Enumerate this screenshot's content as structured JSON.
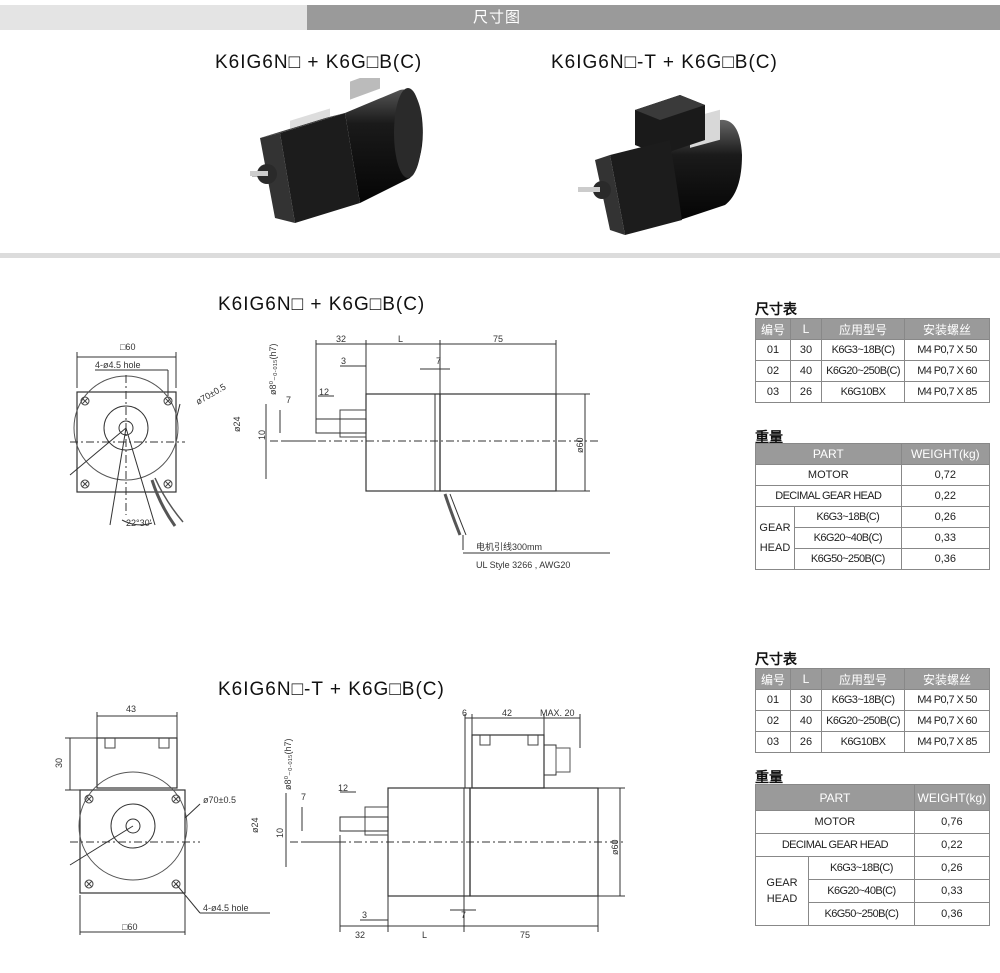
{
  "header": {
    "title": "尺寸图"
  },
  "top": {
    "model_left": "K6IG6N□  +  K6G□B(C)",
    "model_right": "K6IG6N□-T  +  K6G□B(C)"
  },
  "drawing1": {
    "title": "K6IG6N□  +  K6G□B(C)",
    "square": "□60",
    "holes": "4-ø4.5 hole",
    "circle": "ø70±0.5",
    "angle": "22°30'",
    "shaft_dia": "ø8⁰₋₀.₀₁₅(h7)",
    "dim_32": "32",
    "dim_L": "L",
    "dim_75": "75",
    "dim_3": "3",
    "dim_7a": "7",
    "dim_7b": "7",
    "dim_12": "12",
    "dim_24": "ø24",
    "dim_10": "10",
    "dim_60": "ø60",
    "lead": "电机引线300mm",
    "ul": "UL Style 3266 , AWG20"
  },
  "drawing2": {
    "title": "K6IG6N□-T + K6G□B(C)",
    "dim_43": "43",
    "dim_30": "30",
    "circle": "ø70±0.5",
    "holes": "4-ø4.5 hole",
    "square": "□60",
    "shaft_dia": "ø8⁰₋₀.₀₁₅(h7)",
    "dim_6": "6",
    "dim_42": "42",
    "max": "MAX. 20",
    "dim_12": "12",
    "dim_7a": "7",
    "dim_7b": "7",
    "dim_24": "ø24",
    "dim_10": "10",
    "dim_60": "ø60",
    "dim_3": "3",
    "dim_32": "32",
    "dim_L": "L",
    "dim_75": "75"
  },
  "size_table": {
    "title": "尺寸表",
    "headers": [
      "编号",
      "L",
      "应用型号",
      "安装螺丝"
    ],
    "rows": [
      [
        "01",
        "30",
        "K6G3~18B(C)",
        "M4 P0,7 X 50"
      ],
      [
        "02",
        "40",
        "K6G20~250B(C)",
        "M4 P0,7 X 60"
      ],
      [
        "03",
        "26",
        "K6G10BX",
        "M4 P0,7 X 85"
      ]
    ]
  },
  "size_table_2": {
    "title": "尺寸表",
    "headers": [
      "编号",
      "L",
      "应用型号",
      "安装螺丝"
    ],
    "rows": [
      [
        "01",
        "30",
        "K6G3~18B(C)",
        "M4 P0,7 X 50"
      ],
      [
        "02",
        "40",
        "K6G20~250B(C)",
        "M4 P0,7 X 60"
      ],
      [
        "03",
        "26",
        "K6G10BX",
        "M4 P0,7 X 85"
      ]
    ]
  },
  "weight_table": {
    "title": "重量",
    "headers": [
      "PART",
      "WEIGHT(kg)"
    ],
    "motor": [
      "MOTOR",
      "0,72"
    ],
    "decimal": [
      "DECIMAL  GEAR  HEAD",
      "0,22"
    ],
    "gear_label_1": "GEAR",
    "gear_label_2": "HEAD",
    "gear_rows": [
      [
        "K6G3~18B(C)",
        "0,26"
      ],
      [
        "K6G20~40B(C)",
        "0,33"
      ],
      [
        "K6G50~250B(C)",
        "0,36"
      ]
    ]
  },
  "weight_table_2": {
    "title": "重量",
    "headers": [
      "PART",
      "WEIGHT(kg)"
    ],
    "motor": [
      "MOTOR",
      "0,76"
    ],
    "decimal": [
      "DECIMAL  GEAR  HEAD",
      "0,22"
    ],
    "gear_label_1": "GEAR",
    "gear_label_2": "HEAD",
    "gear_rows": [
      [
        "K6G3~18B(C)",
        "0,26"
      ],
      [
        "K6G20~40B(C)",
        "0,33"
      ],
      [
        "K6G50~250B(C)",
        "0,36"
      ]
    ]
  }
}
